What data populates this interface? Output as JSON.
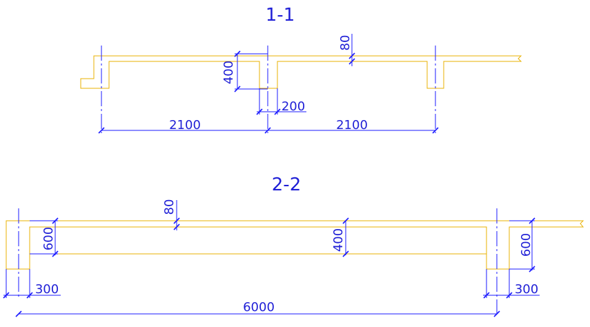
{
  "sections": [
    {
      "id": "1-1",
      "title": "1-1",
      "dimensions": {
        "slab_thickness": "80",
        "beam_depth": "400",
        "beam_width": "200",
        "span_left": "2100",
        "span_right": "2100"
      }
    },
    {
      "id": "2-2",
      "title": "2-2",
      "dimensions": {
        "slab_thickness": "80",
        "beam_depth_mid": "400",
        "beam_depth_left": "600",
        "beam_depth_right": "600",
        "beam_width_left": "300",
        "beam_width_right": "300",
        "span_total": "6000"
      }
    }
  ],
  "colors": {
    "outline": "#e8b000",
    "dimension": "#1a1aff",
    "text": "#1f1fd6",
    "background": "#ffffff"
  }
}
